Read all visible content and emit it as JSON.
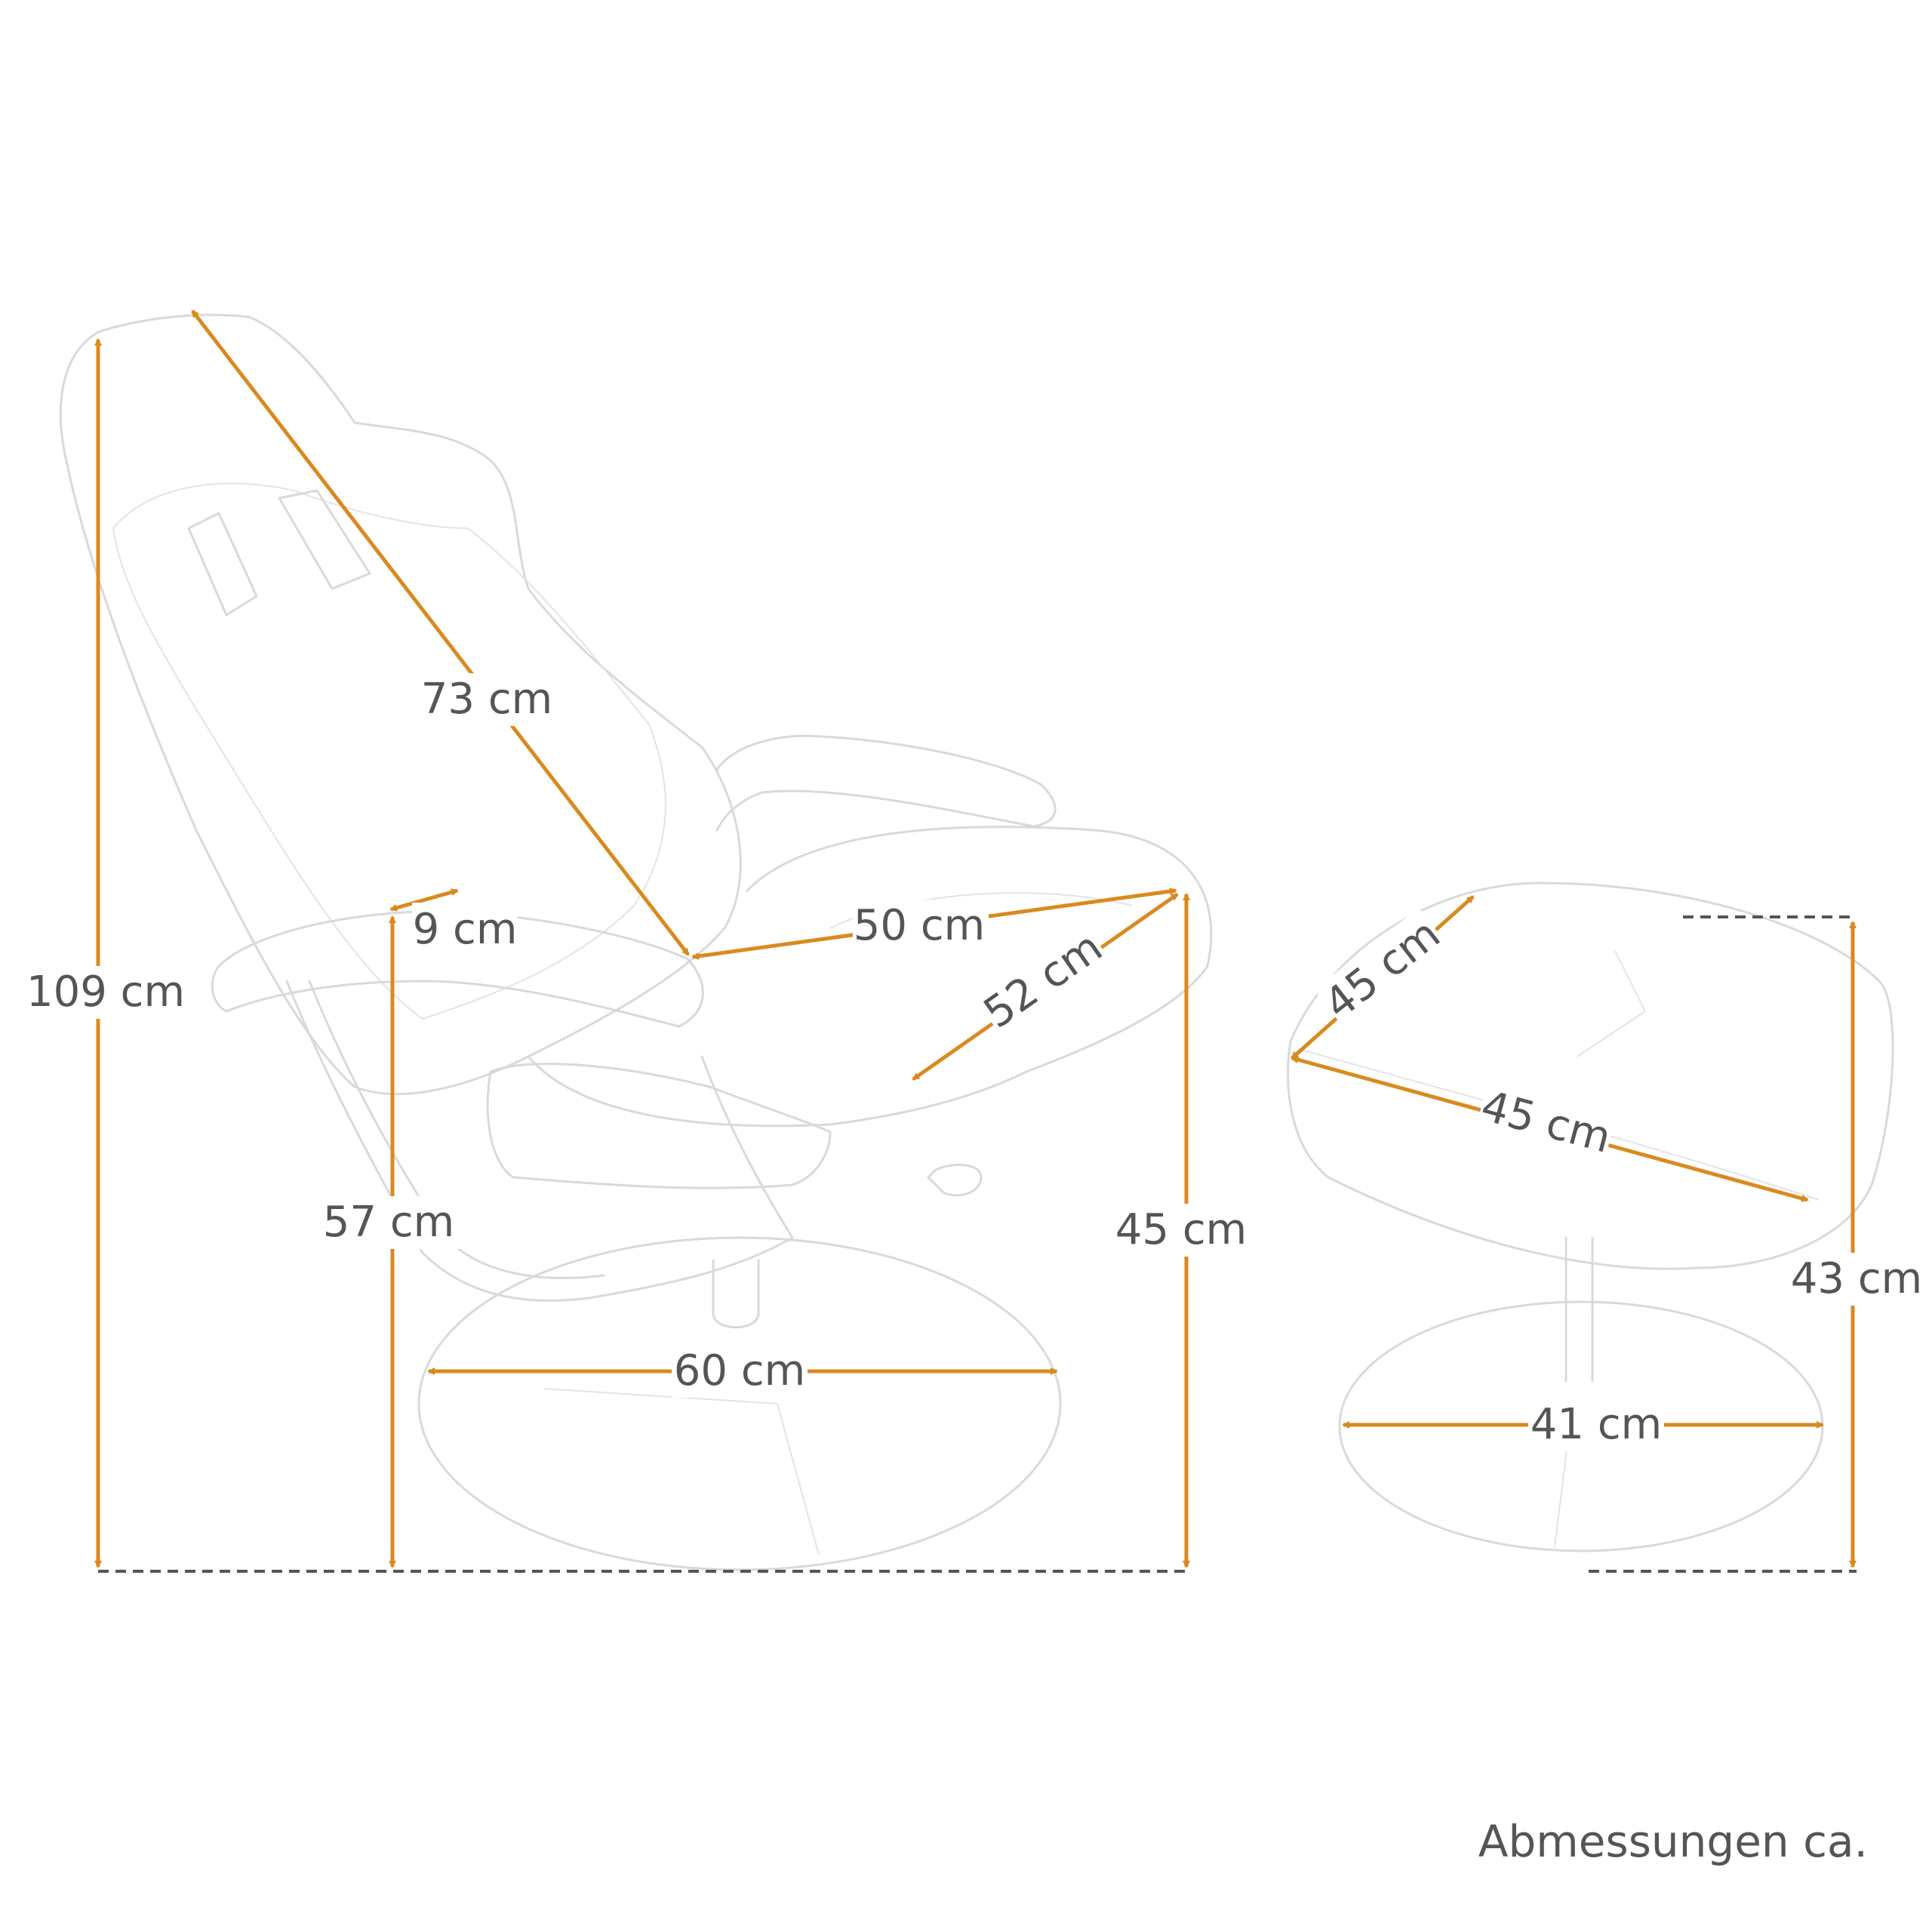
{
  "accent_color": "#d98a1f",
  "text_color": "#555555",
  "caption": "Abmessungen ca.",
  "chair": {
    "total_height": "109 cm",
    "backrest_length": "73 cm",
    "armrest_width": "9 cm",
    "seat_depth": "50 cm",
    "seat_width": "52 cm",
    "armrest_height": "57 cm",
    "seat_height": "45 cm",
    "base_diameter": "60 cm"
  },
  "footstool": {
    "top_depth": "45 cm",
    "top_width": "45 cm",
    "height": "43 cm",
    "base_diameter": "41 cm"
  }
}
